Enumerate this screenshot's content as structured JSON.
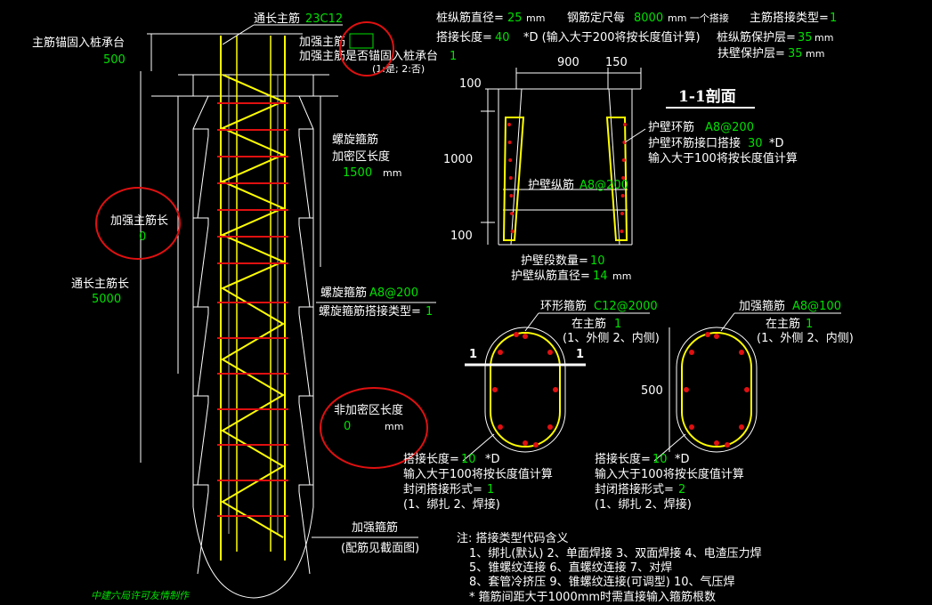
{
  "dims": {
    "anchor_label": "主筋锚固入桩承台",
    "anchor_value": "500",
    "through_label": "通长主筋",
    "through_value": "23C12",
    "reinf_main_label": "加强主筋",
    "reinf_main_box": "",
    "reinf_anchor_label": "加强主筋是否锚固入桩承台",
    "reinf_anchor_value": "1",
    "reinf_anchor_opts": "(1:是; 2:否)",
    "reinf_len_label": "加强主筋长",
    "reinf_len_value": "0",
    "through_len_label": "通长主筋长",
    "through_len_value": "5000",
    "spiral_dense_label1": "螺旋箍筋",
    "spiral_dense_label2": "加密区长度",
    "spiral_dense_value": "1500",
    "spiral_dense_unit": "mm",
    "spiral_label": "螺旋箍筋",
    "spiral_value": "A8@200",
    "spiral_lap_label": "螺旋箍筋搭接类型=",
    "spiral_lap_value": "1",
    "nondense_label": "非加密区长度",
    "nondense_value": "0",
    "nondense_unit": "mm",
    "reinf_hoop_label": "加强箍筋",
    "reinf_hoop_note": "(配筋见截面图)",
    "credit": "中建六局许可友情制作"
  },
  "params": {
    "dia_label": "桩纵筋直径=",
    "dia_value": "25",
    "dia_unit": "mm",
    "fixed_label": "钢筋定尺每",
    "fixed_value": "8000",
    "fixed_unit": "mm 一个搭接",
    "mainlap_label": "主筋搭接类型=",
    "mainlap_value": "1",
    "laplen_label": "搭接长度=",
    "laplen_value": "40",
    "laplen_note": "*D (输入大于200将按长度值计算)",
    "cover_label": "桩纵筋保护层=",
    "cover_value": "35",
    "cover_unit": "mm",
    "wallcover_label": "扶壁保护层=",
    "wallcover_value": "35",
    "wallcover_unit": "mm"
  },
  "section": {
    "title": "1-1剖面",
    "top_width": "900",
    "top_thick": "150",
    "dim_top": "100",
    "dim_mid": "1000",
    "dim_bot": "100",
    "ring_label": "护壁环筋",
    "ring_value": "A8@200",
    "ring_lap_label": "护壁环筋接口搭接",
    "ring_lap_value": "30",
    "ring_lap_unit": "*D",
    "ring_lap_note": "输入大于100将按长度值计算",
    "long_label": "护壁纵筋",
    "long_value": "A8@200",
    "seg_label": "护壁段数量=",
    "seg_value": "10",
    "longdia_label": "护壁纵筋直径=",
    "longdia_value": "14",
    "longdia_unit": "mm"
  },
  "rings": {
    "left": {
      "title_label": "环形箍筋",
      "title_value": "C12@2000",
      "pos_label": "在主筋",
      "pos_value": "1",
      "pos_opts": "(1、外侧  2、内侧)",
      "cut_mark": "1",
      "lap_label": "搭接长度=",
      "lap_value": "10",
      "lap_unit": "*D",
      "lap_note": "输入大于100将按长度值计算",
      "close_label": "封闭搭接形式=",
      "close_value": "1",
      "close_opts": "(1、绑扎  2、焊接)"
    },
    "right": {
      "title_label": "加强箍筋",
      "title_value": "A8@100",
      "pos_label": "在主筋",
      "pos_value": "1",
      "pos_opts": "(1、外侧  2、内侧)",
      "dim": "500",
      "lap_label": "搭接长度=",
      "lap_value": "10",
      "lap_unit": "*D",
      "lap_note": "输入大于100将按长度值计算",
      "close_label": "封闭搭接形式=",
      "close_value": "2",
      "close_opts": "(1、绑扎  2、焊接)"
    }
  },
  "notes": {
    "title": "注: 搭接类型代码含义",
    "line1": "1、绑扎(默认)    2、单面焊接    3、双面焊接    4、电渣压力焊",
    "line2": "5、锥螺纹连接    6、直螺纹连接    7、对焊",
    "line3": "8、套管冷挤压    9、锥螺纹连接(可调型)    10、气压焊",
    "line4": "* 箍筋间距大于1000mm时需直接输入箍筋根数"
  },
  "colors": {
    "rebar": "#ffff00",
    "value": "#00e000",
    "stirrup": "#e01010",
    "highlight": "#e01010",
    "line": "#ffffff"
  }
}
